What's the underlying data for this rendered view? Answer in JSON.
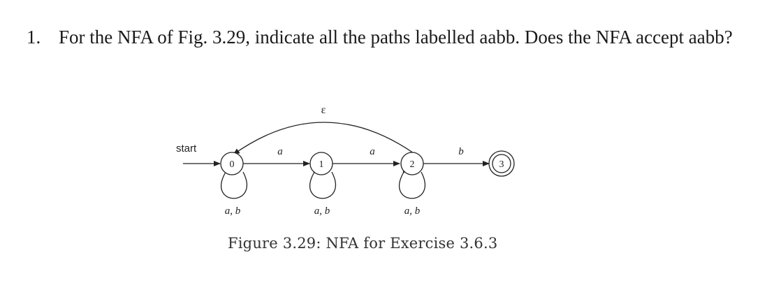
{
  "question": {
    "number": "1.",
    "text": "For the NFA of Fig. 3.29, indicate all the paths labelled aabb. Does the NFA accept aabb?"
  },
  "figure": {
    "start_label": "start",
    "states": [
      "0",
      "1",
      "2",
      "3"
    ],
    "accepting_state": "3",
    "transitions": {
      "s0_to_s1": "a",
      "s1_to_s2": "a",
      "s2_to_s3": "b",
      "s2_to_s0": "ε",
      "s0_loop": "a, b",
      "s1_loop": "a, b",
      "s2_loop": "a, b"
    },
    "caption": "Figure 3.29: NFA for Exercise 3.6.3"
  }
}
